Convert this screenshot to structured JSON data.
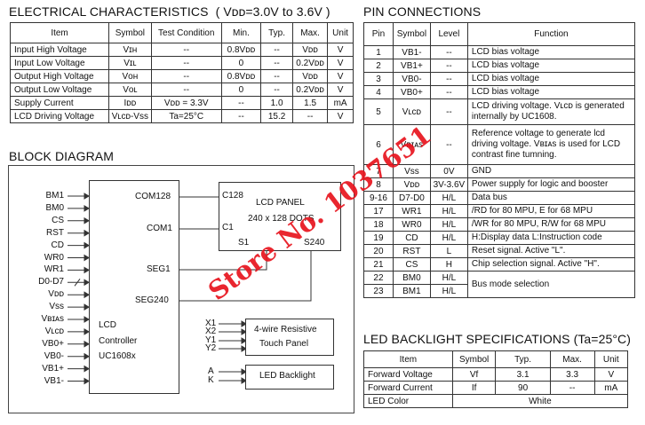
{
  "elec": {
    "title": "ELECTRICAL CHARACTERISTICS",
    "cond": "( Vᴅᴅ=3.0V to 3.6V )",
    "headers": [
      "Item",
      "Symbol",
      "Test Condition",
      "Min.",
      "Typ.",
      "Max.",
      "Unit"
    ],
    "rows": [
      [
        "Input  High Voltage",
        "Vɪʜ",
        "--",
        "0.8Vᴅᴅ",
        "--",
        "Vᴅᴅ",
        "V"
      ],
      [
        "Input  Low Voltage",
        "Vɪʟ",
        "--",
        "0",
        "--",
        "0.2Vᴅᴅ",
        "V"
      ],
      [
        "Output High Voltage",
        "Vᴏʜ",
        "--",
        "0.8Vᴅᴅ",
        "--",
        "Vᴅᴅ",
        "V"
      ],
      [
        "Output Low Voltage",
        "Vᴏʟ",
        "--",
        "0",
        "--",
        "0.2Vᴅᴅ",
        "V"
      ],
      [
        "Supply Current",
        "Iᴅᴅ",
        "Vᴅᴅ = 3.3V",
        "--",
        "1.0",
        "1.5",
        "mA"
      ],
      [
        "LCD Driving Voltage",
        "Vʟᴄᴅ-Vss",
        "Ta=25°C",
        "--",
        "15.2",
        "--",
        "V"
      ]
    ]
  },
  "pins": {
    "title": "PIN CONNECTIONS",
    "headers": [
      "Pin",
      "Symbol",
      "Level",
      "Function"
    ],
    "rows": [
      [
        "1",
        "VB1-",
        "--",
        "LCD bias voltage"
      ],
      [
        "2",
        "VB1+",
        "--",
        "LCD bias voltage"
      ],
      [
        "3",
        "VB0-",
        "--",
        "LCD bias voltage"
      ],
      [
        "4",
        "VB0+",
        "--",
        "LCD bias voltage"
      ],
      [
        "5",
        "Vʟᴄᴅ",
        "--",
        "LCD driving voltage. Vʟᴄᴅ is generated internally by UC1608."
      ],
      [
        "6",
        "Vʙɪᴀs",
        "--",
        "Reference voltage to generate lcd driving voltage. Vʙɪᴀs is used for LCD contrast fine tumning."
      ],
      [
        "7",
        "Vss",
        "0V",
        "GND"
      ],
      [
        "8",
        "Vᴅᴅ",
        "3V-3.6V",
        "Power supply for logic and booster"
      ],
      [
        "9-16",
        "D7-D0",
        "H/L",
        "Data bus"
      ],
      [
        "17",
        "WR1",
        "H/L",
        "/RD for 80 MPU, E for 68 MPU"
      ],
      [
        "18",
        "WR0",
        "H/L",
        "/WR for 80 MPU, R/W for 68 MPU"
      ],
      [
        "19",
        "CD",
        "H/L",
        "H:Display data    L:Instruction code"
      ],
      [
        "20",
        "RST",
        "L",
        "Reset signal. Active \"L\"."
      ],
      [
        "21",
        "CS",
        "H",
        "Chip selection signal. Active \"H\"."
      ],
      [
        "22",
        "BM0",
        "H/L",
        "Bus mode selection"
      ],
      [
        "23",
        "BM1",
        "H/L",
        ""
      ]
    ]
  },
  "block": {
    "title": "BLOCK DIAGRAM",
    "left_pins": [
      "BM1",
      "BM0",
      "CS",
      "RST",
      "CD",
      "WR0",
      "WR1",
      "D0-D7",
      "Vᴅᴅ",
      "Vss",
      "Vʙɪᴀs",
      "Vʟᴄᴅ",
      "VB0+",
      "VB0-",
      "VB1+",
      "VB1-"
    ],
    "controller": [
      "LCD",
      "Controller",
      "UC1608x"
    ],
    "ports": [
      "COM128",
      "COM1",
      "SEG1",
      "SEG240"
    ],
    "panel": {
      "c128": "C128",
      "c1": "C1",
      "s1": "S1",
      "s240": "S240",
      "name": "LCD  PANEL",
      "dots": "240 x 128 DOTS"
    },
    "touch_pins": [
      "X1",
      "X2",
      "Y1",
      "Y2"
    ],
    "touch": [
      "4-wire Resistive",
      "Touch Panel"
    ],
    "bl_pins": [
      "A",
      "K"
    ],
    "backlight": "LED Backlight"
  },
  "led": {
    "title": "LED BACKLIGHT SPECIFICATIONS",
    "cond": "(Ta=25°C)",
    "headers": [
      "Item",
      "Symbol",
      "Typ.",
      "Max.",
      "Unit"
    ],
    "rows": [
      [
        "Forward Voltage",
        "Vf",
        "3.1",
        "3.3",
        "V"
      ],
      [
        "Forward Current",
        "If",
        "90",
        "--",
        "mA"
      ]
    ],
    "color_label": "LED Color",
    "color_value": "White"
  },
  "watermark": "Store No. 1037651"
}
